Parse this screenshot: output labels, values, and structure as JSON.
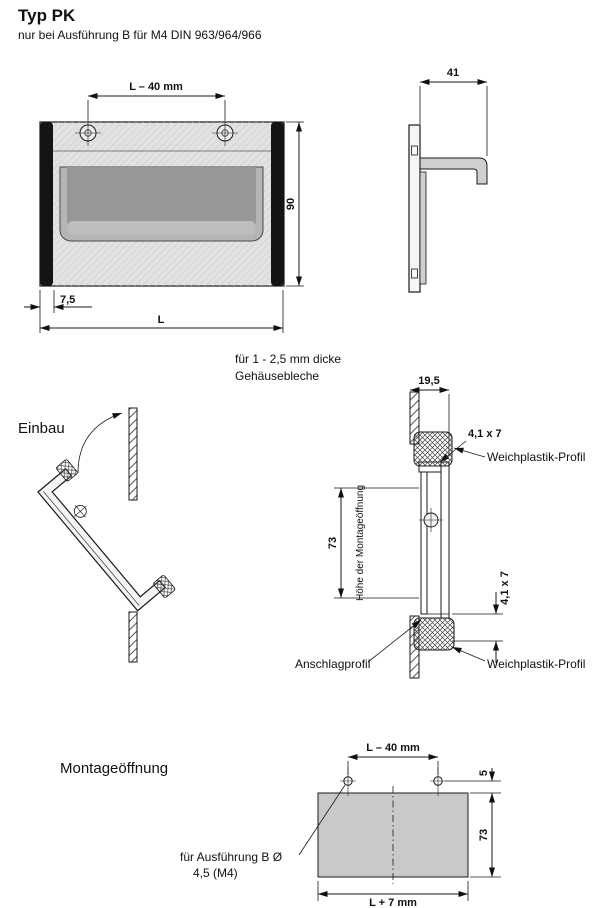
{
  "page": {
    "title": "Typ PK",
    "subtitle": "nur bei Ausführung B für M4 DIN 963/964/966"
  },
  "front_view": {
    "dim_hole_spacing": "L – 40 mm",
    "dim_height": "90",
    "dim_cap_offset": "7,5",
    "dim_length": "L"
  },
  "side_view": {
    "dim_depth": "41"
  },
  "notes": {
    "sheet_line1": "für 1 - 2,5 mm dicke",
    "sheet_line2": "Gehäusebleche"
  },
  "einbau": {
    "heading": "Einbau"
  },
  "section": {
    "dim_flange_depth": "19,5",
    "dim_slot_top": "4,1 x 7",
    "label_profile_top": "Weichplastik-Profil",
    "label_opening_height": "Höhe der Montageöffnung",
    "dim_opening_height": "73",
    "dim_slot_bottom": "4,1 x 7",
    "label_stop_profile": "Anschlagprofil",
    "label_profile_bottom": "Weichplastik-Profil"
  },
  "montage": {
    "heading": "Montageöffnung",
    "dim_hole_spacing": "L – 40 mm",
    "dim_edge_distance": "5",
    "dim_opening_height": "73",
    "dim_opening_length": "L + 7 mm",
    "note_line1": "für Ausführung B Ø",
    "note_line2": "4,5 (M4)"
  },
  "colors": {
    "line": "#1a1a1a",
    "handle_face": "#e2e2e2",
    "recess": "#979797",
    "end_caps": "#141414",
    "montage_fill": "#c9c9c9"
  }
}
